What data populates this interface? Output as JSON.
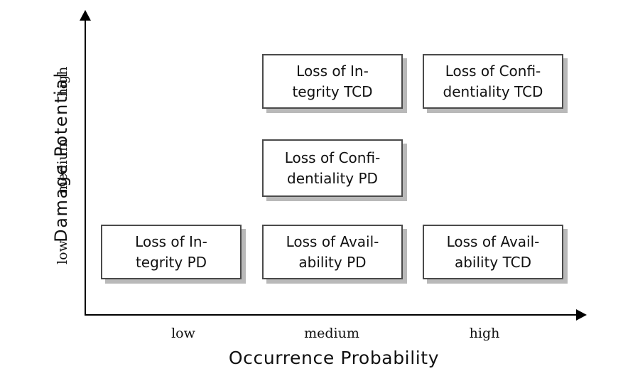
{
  "chart_data": {
    "type": "table",
    "title": "",
    "xlabel": "Occurrence Probability",
    "ylabel": "Damage Potential",
    "x_categories": [
      "low",
      "medium",
      "high"
    ],
    "y_categories": [
      "low",
      "medium",
      "high"
    ],
    "grid": false,
    "legend": "none",
    "cells": [
      {
        "x": "medium",
        "y": "high",
        "label": "Loss of In-\ntegrity TCD"
      },
      {
        "x": "high",
        "y": "high",
        "label": "Loss of Confi-\ndentiality TCD"
      },
      {
        "x": "medium",
        "y": "medium",
        "label": "Loss of Confi-\ndentiality PD"
      },
      {
        "x": "low",
        "y": "low",
        "label": "Loss of In-\ntegrity PD"
      },
      {
        "x": "medium",
        "y": "low",
        "label": "Loss of Avail-\nability PD"
      },
      {
        "x": "high",
        "y": "low",
        "label": "Loss of Avail-\nability TCD"
      }
    ]
  },
  "axes": {
    "y": {
      "title": "Damage Potential",
      "ticks": [
        {
          "label": "high"
        },
        {
          "label": "medium"
        },
        {
          "label": "low"
        }
      ]
    },
    "x": {
      "title": "Occurrence Probability",
      "ticks": [
        {
          "label": "low"
        },
        {
          "label": "medium"
        },
        {
          "label": "high"
        }
      ]
    }
  },
  "colors": {
    "box_border": "#4a4a4a",
    "box_shadow": "#b9b9b9",
    "box_fill": "#ffffff",
    "axis": "#000000",
    "text": "#111111",
    "background": "#ffffff"
  }
}
